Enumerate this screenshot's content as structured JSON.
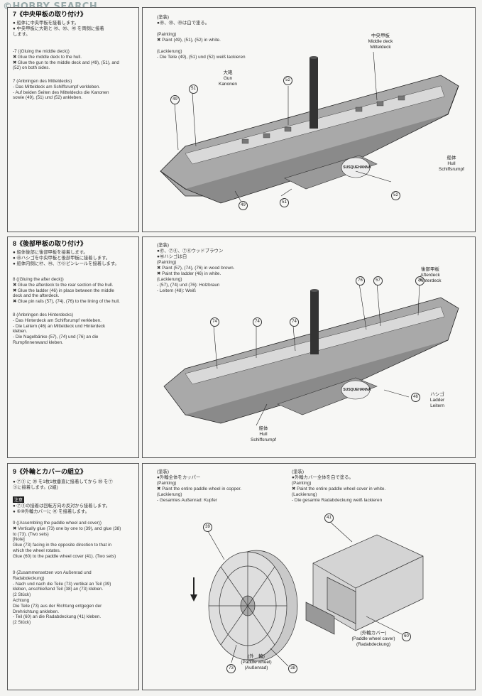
{
  "watermark": "©HOBBY SEARCH",
  "step7": {
    "title": "7《中央甲板の取り付け》",
    "jp": "● 船体に中央甲板を接着します。\n● 中央甲板に大砲と ㊾、㊿、㊾ を両側に接着\n  します。",
    "en": "-7 ((Gluing the middle deck))\n✖ Glue the middle deck to the hull.\n✖ Glue the gun to the middle deck and (49), (51), and\n   (52) on both sides.",
    "de": "7 (Anbringen des Mitteldecks)\n- Das Mitteldeck am Schiffsrumpf verkleben.\n- Auf beiden Seiten des Mitteldecks die Kanonen\n  sowie (49), (51) und (52) ankleben.",
    "paint": "(塗装)\n●㊾、㊿、㊾は白で塗る。\n\n(Painting)\n✖ Paint (49), (51), (52) in white.\n\n(Lackierung)\n- Die Teile (49), (51) und (52) weiß lackieren",
    "labels": {
      "middle_deck": "中央甲板\nMiddle deck\nMitteldeck",
      "gun": "大砲\nGun\nKanonen",
      "hull": "船体\nHull\nSchiffsrumpf",
      "ship_name": "SUSQUEHANNA"
    },
    "nums": [
      "49",
      "51",
      "52",
      "49",
      "51",
      "52"
    ]
  },
  "step8": {
    "title": "8《後部甲板の取り付け》",
    "jp": "● 船体後部に後部甲板を接着します。\n● ㊻ハシゴを中央甲板と後部甲板に接着します。\n● 船体内側に㊼、㊹、⑦⑥ピンレールを接着します。",
    "en": "8 ((Gluing the after deck))\n✖ Glue the afterdeck to the rear section of the hull.\n✖ Glue the ladder (46) in place between the middle\n   deck and the afterdeck.\n✖ Glue pin rails (57), (74), (76) to the lining of the hull.",
    "de": "8 (Anbringen des Hinterdecks)\n- Das Hinterdeck am Schiffsrumpf verkleben.\n- Die Leitern (46) an Mitteldeck und Hinterdeck\n  kleben.\n- Die Nagelbänke (57), (74) und (76) an die\n  Rumpfinnenwand kleben.",
    "paint": "(塗装)\n●㊼、⑦④、⑦⑥ウッドブラウン\n●㊻ハシゴは白\n(Painting)\n✖ Paint (57), (74), (76) in wood brown.\n✖ Paint the ladder (46) in white.\n(Lackierung)\n- (57), (74) und (76): Holzbraun\n- Leitern (48): Weiß",
    "labels": {
      "afterdeck": "後部甲板\nAfterdeck\nHinterdeck",
      "ladder": "ハシゴ\nLadder\nLeitern",
      "hull": "船体\nHull\nSchiffsrumpf",
      "ship_name": "SUSQUEHANNA"
    },
    "nums": [
      "74",
      "74",
      "74",
      "76",
      "57",
      "76",
      "46"
    ]
  },
  "step9": {
    "title": "9《外輪とカバーの組立》",
    "jp": "● ⑦③ に ㊴ を1枚1枚垂直に接着してから ㊳ を⑦\n  ③に接着します。(2組)",
    "note_label": "注意",
    "jp2": "● ⑦③の接着は回転方向の反対から接着します。\n● ⑥⑩外輪カバーに ㊶ を接着します。",
    "en": "9 ((Assembling the paddle wheel and cover))\n✖ Vertically glue (73) one by one to (39), and glue (38)\n   to (73). (Two sets)\n[Note]\n  Glue (73) facing in the opposite direction to that in\n  which the wheel rotates.\n  Glue (60) to the paddle wheel cover (41). (Two sets)",
    "de": "9 (Zusammensetzen von Außenrad und\n   Radabdeckung)\n- Nach und nach die Teile (73) vertikal an Teil (39)\n  kleben, anschließend Teil (38) an (73) kleben.\n  (2 Stück)\nAchtung\n  Die Teile (73) aus der Richtung entgegen der\n  Drehrichtung ankleben.\n- Teil (60) an die Radabdeckung (41) kleben.\n  (2 Stück)",
    "paint_left": "(塗装)\n●外輪全体をカッパー\n(Painting)\n✖ Paint the entire paddle wheel in copper.\n(Lackierung)\n- Gesamtes Außenrad: Kupfer",
    "paint_right": "(塗装)\n●外輪カバー全体を白で塗る。\n(Painting)\n✖ Paint the entire paddle wheel cover in white.\n(Lackierung)\n- Die gesamte Radabdeckung weiß lackieren",
    "labels": {
      "cover": "(外輪カバー)\n(Paddle wheel cover)\n(Radabdeckung)",
      "wheel": "(外　輪)\n(Paddle wheel)\n(Außenrad)"
    },
    "nums": [
      "39",
      "73",
      "38",
      "41",
      "60"
    ]
  }
}
